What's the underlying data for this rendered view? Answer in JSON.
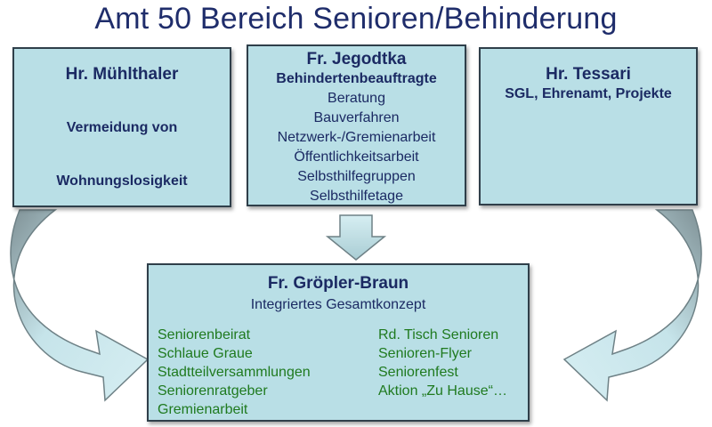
{
  "title": "Amt 50 Bereich Senioren/Behinderung",
  "boxes": {
    "left": {
      "name": "Hr. Mühlthaler",
      "sub_lines": [
        "Vermeidung von",
        "Wohnungslosigkeit"
      ]
    },
    "center": {
      "name": "Fr. Jegodtka",
      "sub": "Behindertenbeauftragte",
      "items": [
        "Beratung",
        "Bauverfahren",
        "Netzwerk-/Gremienarbeit",
        "Öffentlichkeitsarbeit",
        "Selbsthilfegruppen",
        "Selbsthilfetage"
      ]
    },
    "right": {
      "name": "Hr. Tessari",
      "sub": "SGL, Ehrenamt, Projekte"
    },
    "bottom": {
      "name": "Fr. Gröpler-Braun",
      "concept": "Integriertes Gesamtkonzept",
      "left_items": [
        "Seniorenbeirat",
        "Schlaue Graue",
        "Stadtteilversammlungen",
        "Seniorenratgeber",
        "Gremienarbeit"
      ],
      "right_items": [
        "Rd. Tisch Senioren",
        "Senioren-Flyer",
        "Seniorenfest",
        "Aktion „Zu Hause“…"
      ]
    }
  },
  "colors": {
    "box_fill": "#b9dfe6",
    "box_border": "#2f3f4a",
    "heading_text": "#1b2a63",
    "list_text": "#1f7a1f",
    "arrow_fill": "#b9dfe6",
    "arrow_shade": "#7d8e93"
  }
}
